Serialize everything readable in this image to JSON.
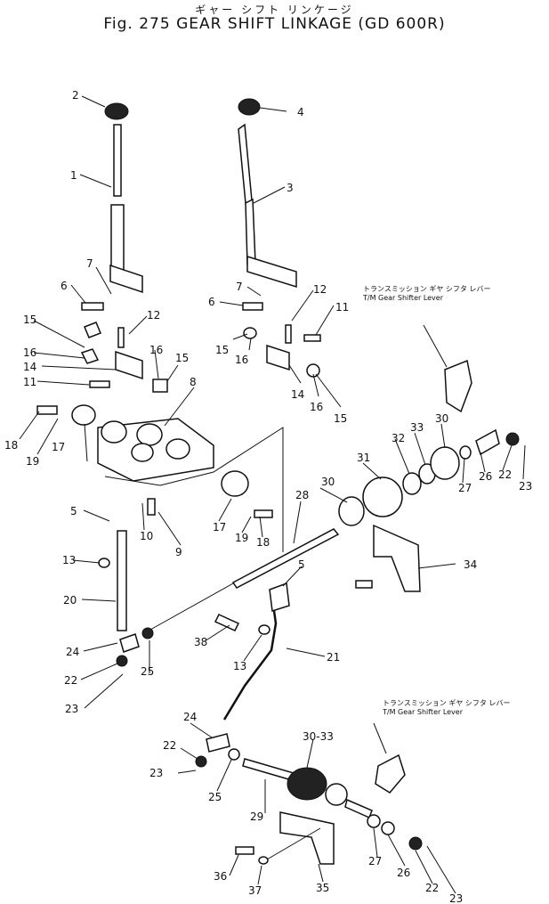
{
  "header": {
    "subtitle_jp": "ギャー シフト リンケージ",
    "title": "Fig. 275  GEAR SHIFT LINKAGE (GD 600R)"
  },
  "notes": [
    {
      "jp": "トランスミッション ギヤ シフタ レバー",
      "en": "T/M  Gear  Shifter  Lever"
    },
    {
      "jp": "トランスミッション ギヤ シフタ レバー",
      "en": "T/M  Gear  Shifter  Lever"
    }
  ],
  "callouts": [
    "2",
    "1",
    "4",
    "3",
    "7",
    "6",
    "12",
    "7",
    "12",
    "6",
    "11",
    "15",
    "16",
    "14",
    "11",
    "16",
    "15",
    "8",
    "15",
    "16",
    "14",
    "16",
    "15",
    "18",
    "19",
    "17",
    "32",
    "33",
    "30",
    "31",
    "30",
    "26",
    "22",
    "27",
    "23",
    "28",
    "5",
    "10",
    "9",
    "17",
    "19",
    "18",
    "13",
    "5",
    "20",
    "34",
    "38",
    "13",
    "24",
    "21",
    "22",
    "25",
    "23",
    "24",
    "30-33",
    "22",
    "23",
    "25",
    "29",
    "27",
    "26",
    "36",
    "37",
    "35",
    "22",
    "23"
  ]
}
